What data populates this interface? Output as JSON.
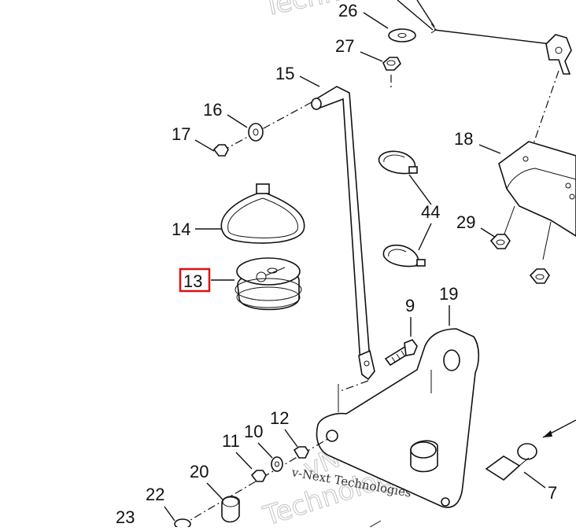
{
  "callouts": {
    "c7": "7",
    "c9": "9",
    "c10": "10",
    "c11": "11",
    "c12": "12",
    "c13": "13",
    "c14": "14",
    "c15": "15",
    "c16": "16",
    "c17": "17",
    "c18": "18",
    "c19": "19",
    "c20": "20",
    "c22": "22",
    "c23": "23",
    "c26": "26",
    "c27": "27",
    "c29": "29",
    "c44": "44"
  },
  "highlight": {
    "label": "13",
    "color": "#e01010"
  },
  "watermarks": {
    "top": "Techno",
    "brand": "vNext",
    "brand_line": "v-Next Technologies",
    "tech_large": "Technologies"
  }
}
